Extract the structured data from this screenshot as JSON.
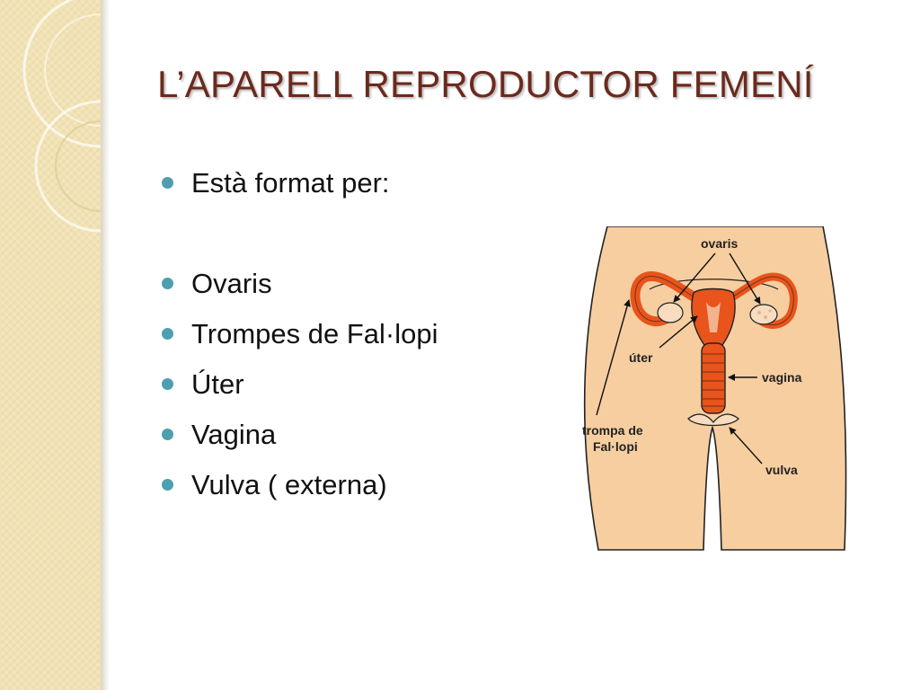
{
  "slide": {
    "title": "L’APARELL REPRODUCTOR FEMENÍ",
    "bullets": [
      "Està format per:",
      "Ovaris",
      "Trompes de Fal·lopi",
      "Úter",
      "Vagina",
      "Vulva ( externa)"
    ]
  },
  "figure": {
    "labels": {
      "ovaris": "ovaris",
      "uter": "úter",
      "vagina": "vagina",
      "trompa_line1": "trompa de",
      "trompa_line2": "Fal·lopi",
      "vulva": "vulva"
    }
  },
  "colors": {
    "title": "#6b2a1d",
    "bullet_dot": "#4d9fb0",
    "skin": "#f6cea0",
    "organ": "#e8541b",
    "side_panel": "#f1e2b4"
  }
}
